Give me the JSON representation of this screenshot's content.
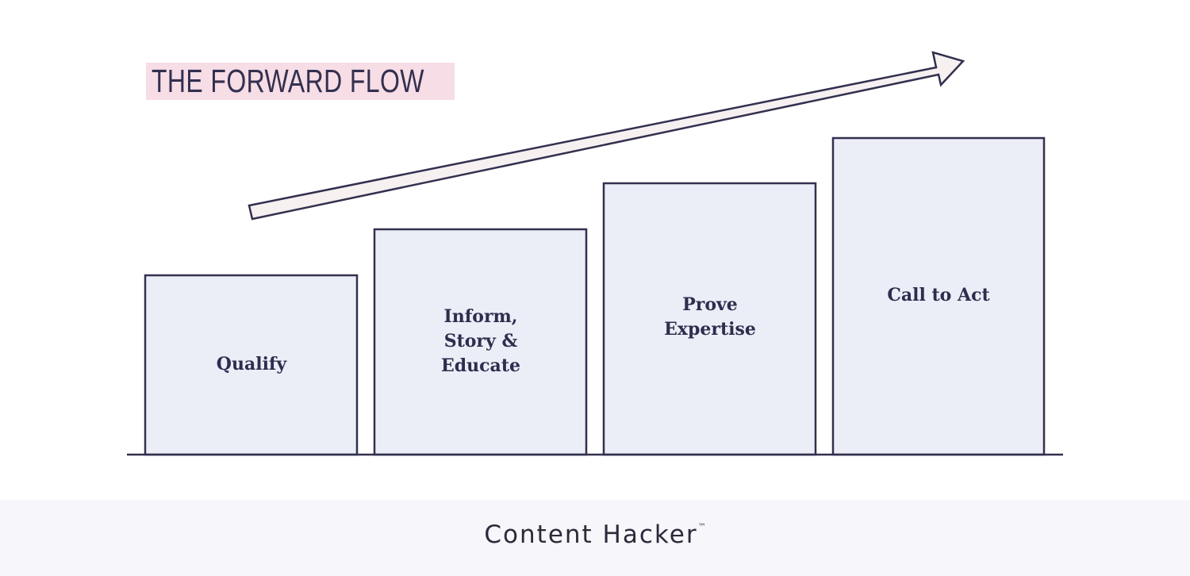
{
  "title": "THE FORWARD FLOW",
  "steps": [
    {
      "label": "Qualify"
    },
    {
      "label": "Inform,\nStory &\nEducate"
    },
    {
      "label": "Prove\nExpertise"
    },
    {
      "label": "Call to Act"
    }
  ],
  "footer": {
    "brand": "Content Hacker",
    "trademark": "™"
  },
  "colors": {
    "title_highlight": "#f6dde6",
    "box_fill": "#ebeef7",
    "outline": "#33304f",
    "arrow_fill": "#f6f0f1",
    "footer_bg": "#f6f6fb"
  }
}
